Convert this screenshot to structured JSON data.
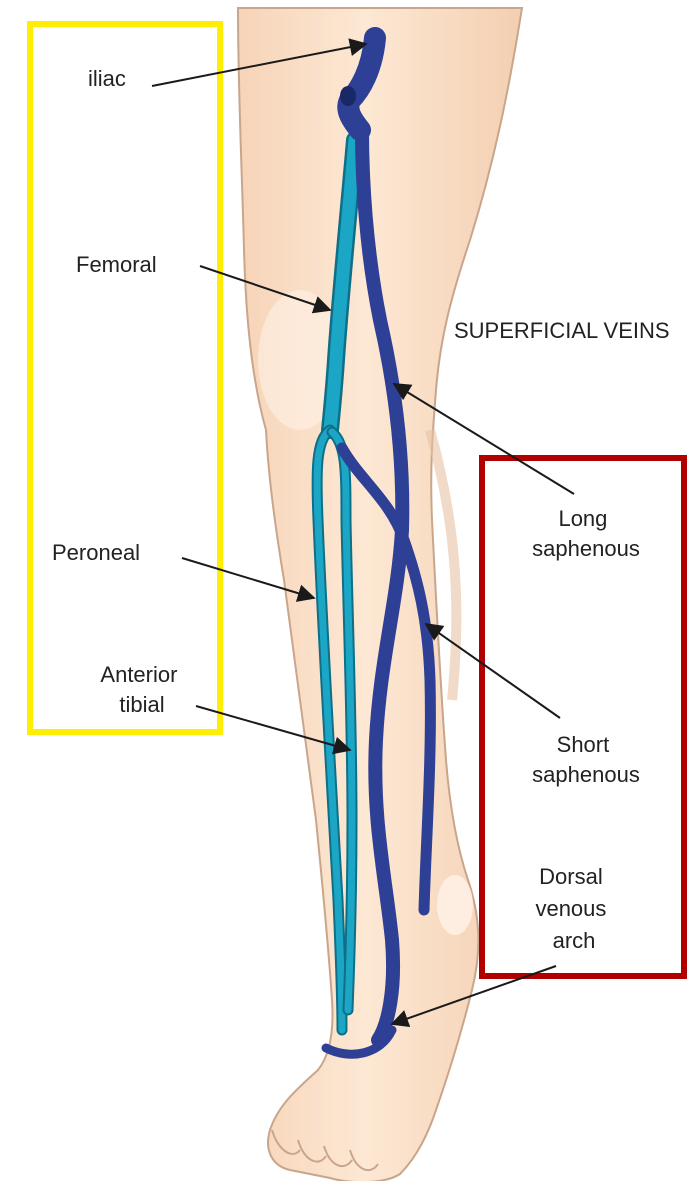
{
  "deep_veins": {
    "iliac": "iliac",
    "femoral": "Femoral",
    "peroneal": "Peroneal",
    "anterior_tibial": [
      "Anterior",
      "tibial"
    ]
  },
  "superficial_heading": "SUPERFICIAL VEINS",
  "superficial_veins": {
    "long_saphenous": [
      "Long",
      "saphenous"
    ],
    "short_saphenous": [
      "Short",
      "saphenous"
    ],
    "dorsal_venous_arch": [
      "Dorsal",
      "venous",
      "arch"
    ]
  },
  "colors": {
    "deep_group_box": "#ffee00",
    "superficial_group_box": "#b00000",
    "deep_vein": "#1ba6c6",
    "superficial_vein": "#2e3f96",
    "skin": "#fbe3cc",
    "skin_outline": "#c9a58c"
  }
}
